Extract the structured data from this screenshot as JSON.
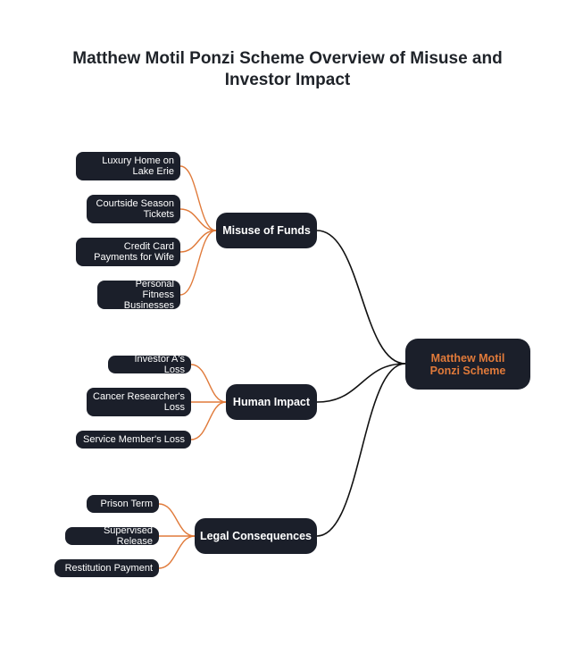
{
  "title": {
    "line1": "Matthew Motil Ponzi Scheme Overview of Misuse and",
    "line2": "Investor Impact"
  },
  "colors": {
    "node_fill": "#1b1f2a",
    "root_text": "#e07a3a",
    "leaf_link": "#e07a3a",
    "branch_link": "#111111"
  },
  "mindmap": {
    "root": "Matthew Motil Ponzi Scheme",
    "branches": [
      {
        "label": "Misuse of Funds",
        "items": [
          "Luxury Home on Lake Erie",
          "Courtside Season Tickets",
          "Credit Card Payments for Wife",
          "Personal Fitness Businesses"
        ]
      },
      {
        "label": "Human Impact",
        "items": [
          "Investor A's Loss",
          "Cancer Researcher's Loss",
          "Service Member's Loss"
        ]
      },
      {
        "label": "Legal Consequences",
        "items": [
          "Prison Term",
          "Supervised Release",
          "Restitution Payment"
        ]
      }
    ]
  }
}
